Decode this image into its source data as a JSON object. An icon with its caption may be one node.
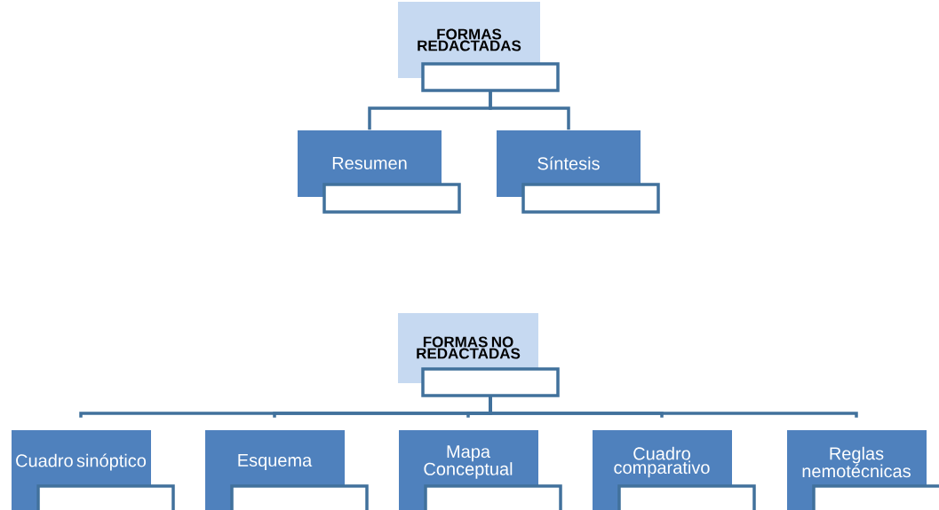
{
  "diagram": {
    "nodes": [
      {
        "text": [
          "FORMAS REDACTADAS"
        ]
      },
      {
        "text": [
          "Resumen"
        ]
      },
      {
        "text": [
          "Síntesis"
        ]
      },
      {
        "text": [
          "FORMAS NO REDACTADAS"
        ]
      },
      {
        "text": [
          "Cuadro sinóptico"
        ]
      },
      {
        "text": [
          "Esquema"
        ]
      },
      {
        "text": [
          "Mapa Conceptual"
        ]
      },
      {
        "text": [
          "Cuadro comparativo"
        ]
      },
      {
        "text": [
          "Reglas nemotécnicas"
        ]
      }
    ],
    "edges": [
      {
        "from": 0,
        "to": 1,
        "arrow": "none"
      },
      {
        "from": 0,
        "to": 2,
        "arrow": "none"
      },
      {
        "from": 3,
        "to": 4,
        "arrow": "none"
      },
      {
        "from": 3,
        "to": 5,
        "arrow": "none"
      },
      {
        "from": 3,
        "to": 6,
        "arrow": "none"
      },
      {
        "from": 3,
        "to": 7,
        "arrow": "none"
      },
      {
        "from": 3,
        "to": 8,
        "arrow": "none"
      }
    ]
  }
}
